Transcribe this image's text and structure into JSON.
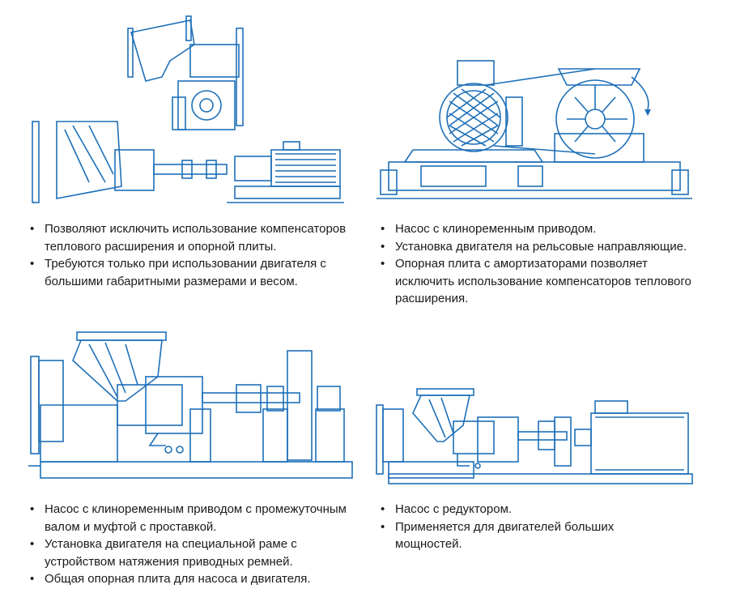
{
  "panels": [
    {
      "bullets": [
        "Позволяют исключить использование компенсаторов теплового расширения и опорной плиты.",
        "Требуются только при использовании двигателя с большими габаритными размерами и весом."
      ]
    },
    {
      "bullets": [
        "Насос с клиноременным приводом.",
        "Установка двигателя на рельсовые направляющие.",
        "Опорная плита с амортизаторами позволяет исключить использование компенсаторов теплового расширения."
      ]
    },
    {
      "bullets": [
        "Насос с клиноременным приводом с промежуточным валом и муфтой с проставкой.",
        "Установка двигателя на специальной раме с устройством натяжения приводных ремней.",
        "Общая опорная плита для насоса и двигателя."
      ]
    },
    {
      "bullets": [
        "Насос с редуктором.",
        "Применяется для двигателей больших мощностей."
      ]
    }
  ],
  "colors": {
    "line": "#1d6fb8",
    "text": "#1a1a1a",
    "background": "#ffffff"
  }
}
